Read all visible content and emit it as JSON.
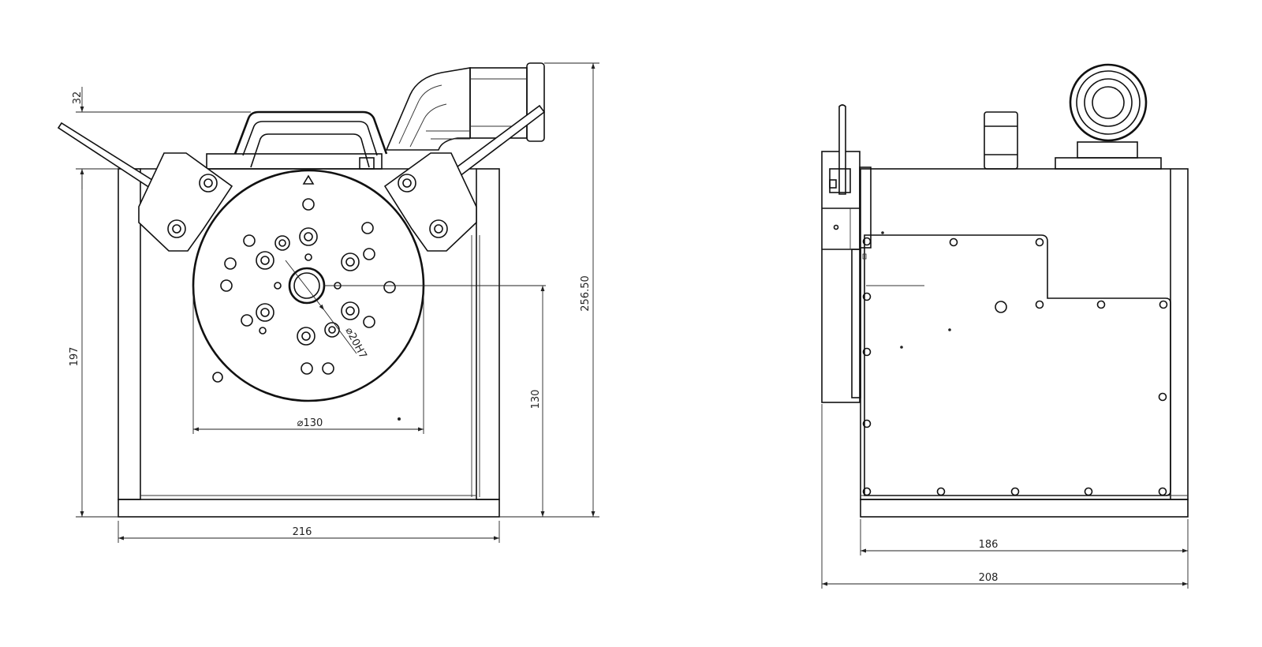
{
  "dimensions": {
    "front_height_handle": "32",
    "front_height_body": "197",
    "front_height_total": "256.50",
    "front_width": "216",
    "front_axis_height": "130",
    "flange_diameter": "⌀130",
    "bore_fit": "⌀20H7",
    "side_body_depth": "186",
    "side_total_depth": "208"
  }
}
